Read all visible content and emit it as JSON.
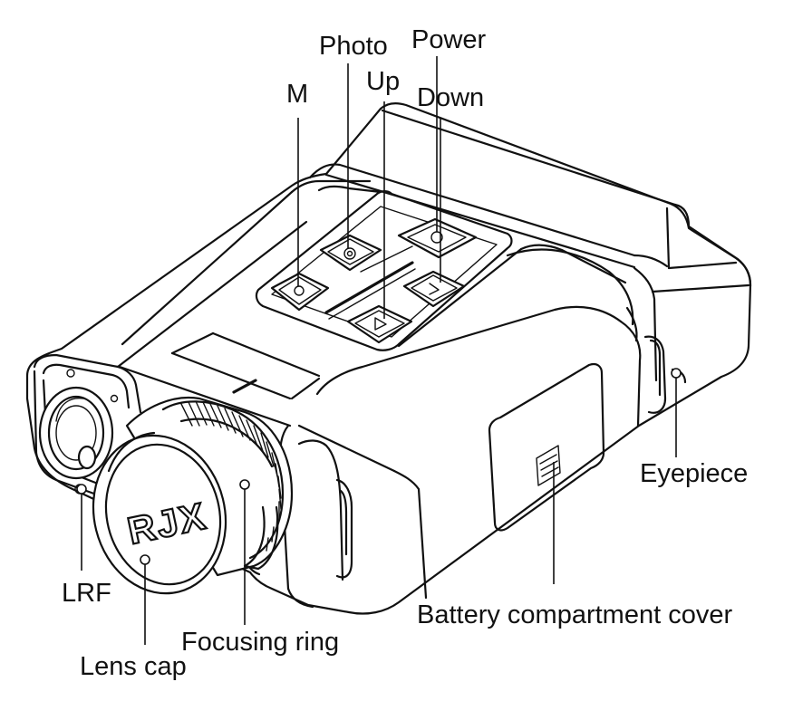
{
  "diagram": {
    "logo_text": "RJX",
    "labels": {
      "photo": "Photo",
      "power": "Power",
      "m": "M",
      "up": "Up",
      "down": "Down",
      "eyepiece": "Eyepiece",
      "lrf": "LRF",
      "lens_cap": "Lens cap",
      "focusing_ring": "Focusing ring",
      "battery_cover": "Battery compartment cover"
    },
    "line_color": "#111111",
    "background_color": "#ffffff"
  }
}
